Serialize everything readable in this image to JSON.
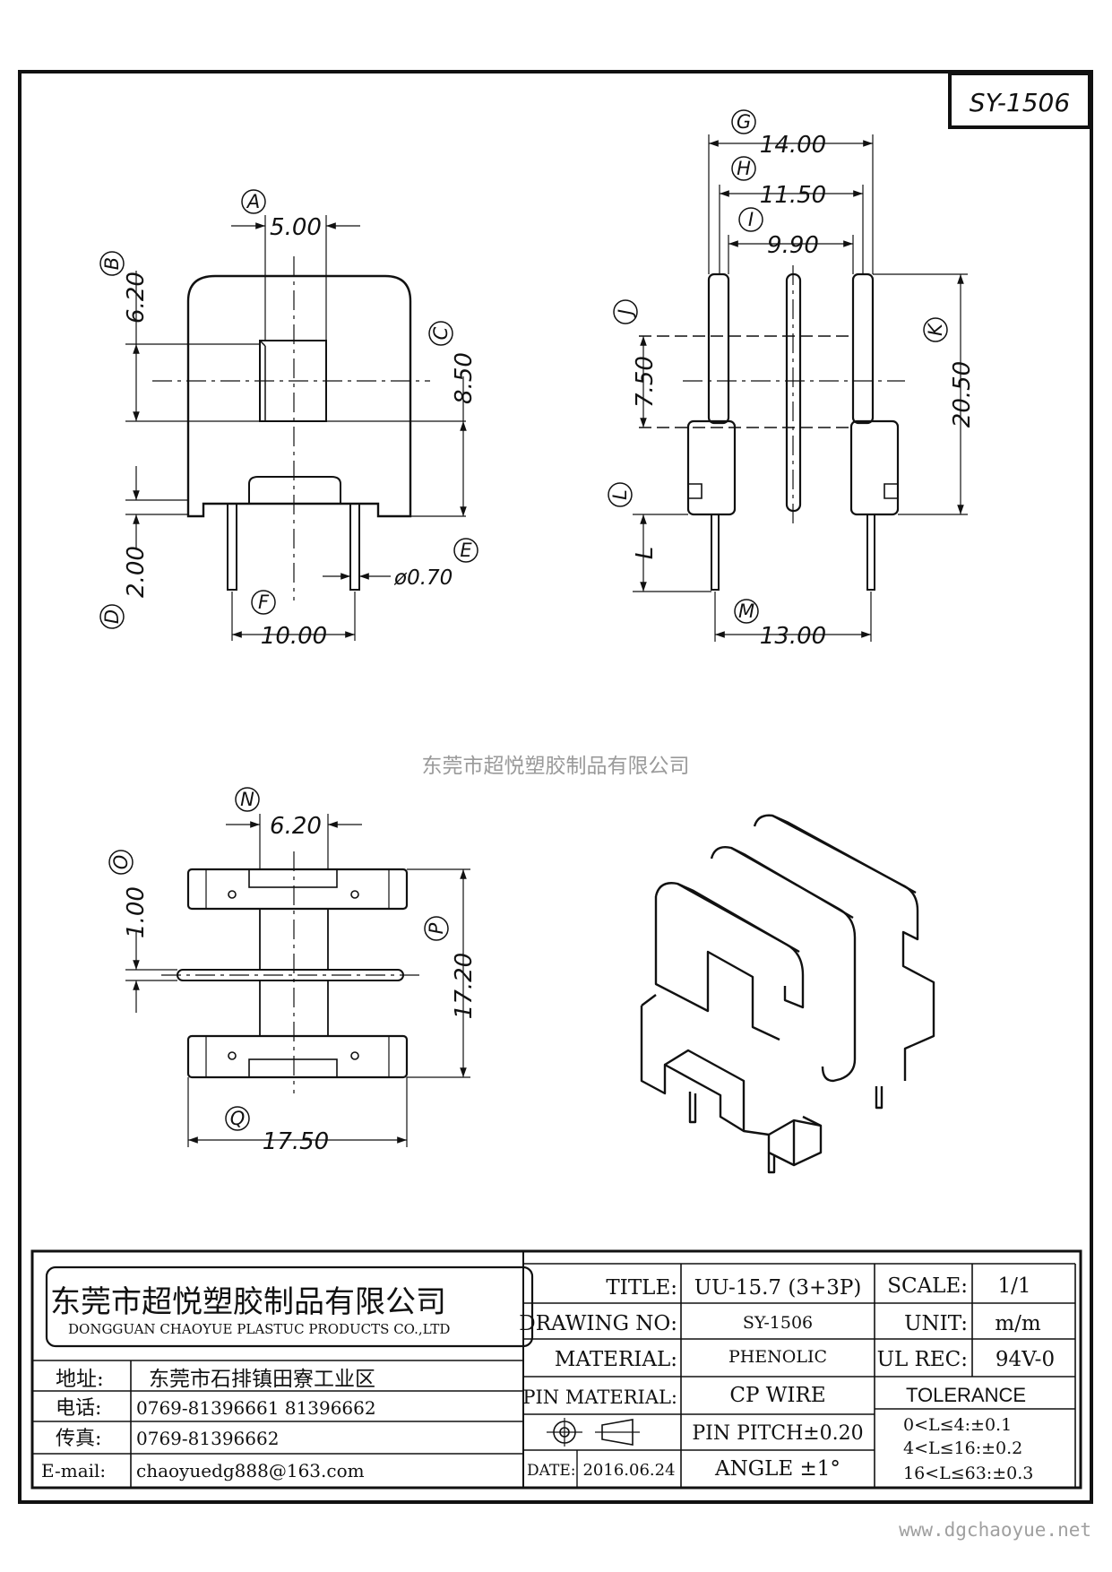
{
  "part_number": "SY-1506",
  "watermark": "东莞市超悦塑胶制品有限公司",
  "website": "www.dgchaoyue.net",
  "dimensions": {
    "A": "5.00",
    "B": "6.20",
    "C": "8.50",
    "D": "2.00",
    "E": "ø0.70",
    "F": "10.00",
    "G": "14.00",
    "H": "11.50",
    "I": "9.90",
    "J": "7.50",
    "K": "20.50",
    "L": "L",
    "M": "13.00",
    "N": "6.20",
    "O": "1.00",
    "P": "17.20",
    "Q": "17.50"
  },
  "callouts": [
    "A",
    "B",
    "C",
    "D",
    "E",
    "F",
    "G",
    "H",
    "I",
    "J",
    "K",
    "L",
    "M",
    "N",
    "O",
    "P",
    "Q"
  ],
  "title_block": {
    "company_cn": "东莞市超悦塑胶制品有限公司",
    "company_en": "DONGGUAN CHAOYUE PLASTUC PRODUCTS CO.,LTD",
    "address_label": "地址:",
    "address_value": "东莞市石排镇田寮工业区",
    "phone_label": "电话:",
    "phone_value": "0769-81396661   81396662",
    "fax_label": "传真:",
    "fax_value": "0769-81396662",
    "email_label": "E-mail:",
    "email_value": "chaoyuedg888@163.com",
    "title_label": "TITLE:",
    "title_value": "UU-15.7 (3+3P)",
    "drawing_no_label": "DRAWING NO:",
    "drawing_no_value": "SY-1506",
    "material_label": "MATERIAL:",
    "material_value": "PHENOLIC",
    "pin_material_label": "PIN MATERIAL:",
    "pin_material_value": "CP WIRE",
    "pin_pitch": "PIN PITCH±0.20",
    "angle": "ANGLE  ±1°",
    "date_label": "DATE:",
    "date_value": "2016.06.24",
    "scale_label": "SCALE:",
    "scale_value": "1/1",
    "unit_label": "UNIT:",
    "unit_value": "m/m",
    "ul_label": "UL REC:",
    "ul_value": "94V-0",
    "tolerance_title": "TOLERANCE",
    "tolerance_rows": [
      "0<L≤4:±0.1",
      "4<L≤16:±0.2",
      "16<L≤63:±0.3"
    ]
  }
}
